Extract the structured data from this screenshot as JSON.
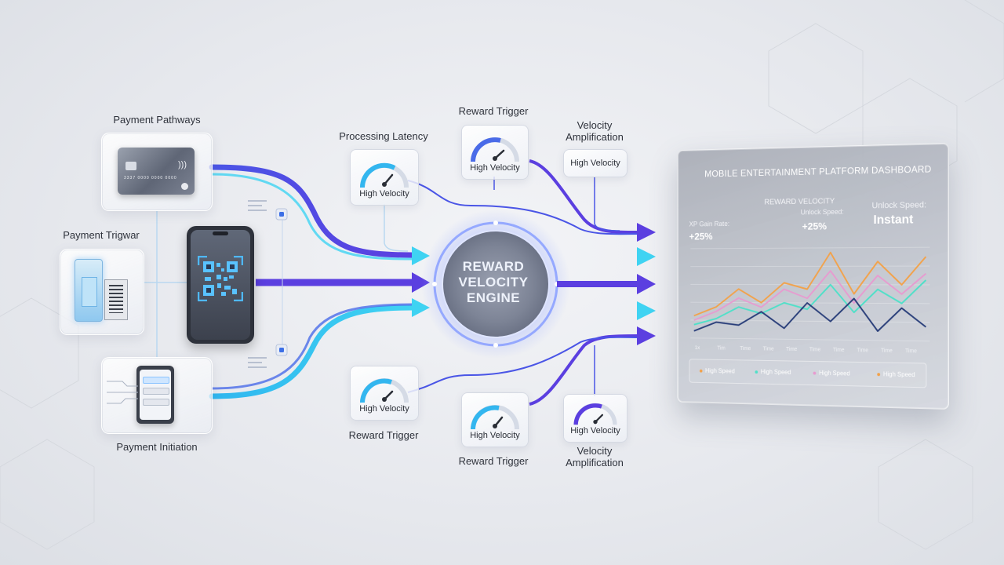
{
  "left": {
    "payment_pathways": "Payment Pathways",
    "payment_trigger": "Payment Trigwar",
    "payment_initiation": "Payment Initiation",
    "card_number": "3337 0000 0000 0000"
  },
  "labels": {
    "processing_latency": "Processing Latency",
    "reward_trigger_top": "Reward Trigger",
    "velocity_amplification_top": "Velocity Amplification",
    "reward_trigger_bottom_left": "Reward Trigger",
    "reward_trigger_bottom_mid": "Reward Trigger",
    "velocity_amplification_bottom": "Velocity Amplification"
  },
  "gauges": {
    "processing": "High Velocity",
    "reward_top": "High Velocity",
    "amp_top": "High Velocity",
    "reward_bottom_left": "High Velocity",
    "reward_bottom_mid": "High Velocity",
    "amp_bottom": "High Velocity"
  },
  "engine": {
    "line1": "REWARD",
    "line2": "VELOCITY",
    "line3": "ENGINE"
  },
  "dashboard": {
    "title": "MOBILE ENTERTAINMENT PLATFORM DASHBOARD",
    "subtitle": "REWARD VELOCITY",
    "metric1_label": "XP Gain Rate:",
    "metric1_value": "+25%",
    "metric2_label": "Unlock Speed:",
    "metric2_value": "+25%",
    "metric3_label": "Unlock Speed:",
    "metric3_value": "Instant",
    "legend": [
      "High Speed",
      "High Speed",
      "High Speed",
      "High Speed"
    ],
    "x_ticks": [
      "1x",
      "Tim",
      "Time",
      "Time",
      "Time",
      "Time",
      "Time",
      "Time",
      "Time",
      "Time"
    ]
  },
  "colors": {
    "blue": "#5b3fe0",
    "cyan": "#3fd3f2",
    "orange": "#f2a24a",
    "teal": "#4fe0c8",
    "pink": "#e79bd0",
    "navy": "#2a3f7a"
  },
  "chart_data": {
    "type": "line",
    "series": [
      {
        "color": "#f2a24a",
        "values": [
          0.25,
          0.35,
          0.55,
          0.4,
          0.62,
          0.55,
          0.95,
          0.5,
          0.85,
          0.6,
          0.9
        ]
      },
      {
        "color": "#e79bd0",
        "values": [
          0.2,
          0.3,
          0.45,
          0.35,
          0.55,
          0.45,
          0.75,
          0.4,
          0.7,
          0.5,
          0.72
        ]
      },
      {
        "color": "#4fe0c8",
        "values": [
          0.15,
          0.22,
          0.35,
          0.28,
          0.4,
          0.33,
          0.6,
          0.3,
          0.55,
          0.4,
          0.65
        ]
      },
      {
        "color": "#2a3f7a",
        "values": [
          0.08,
          0.18,
          0.15,
          0.3,
          0.12,
          0.4,
          0.2,
          0.45,
          0.1,
          0.35,
          0.15
        ]
      }
    ]
  }
}
